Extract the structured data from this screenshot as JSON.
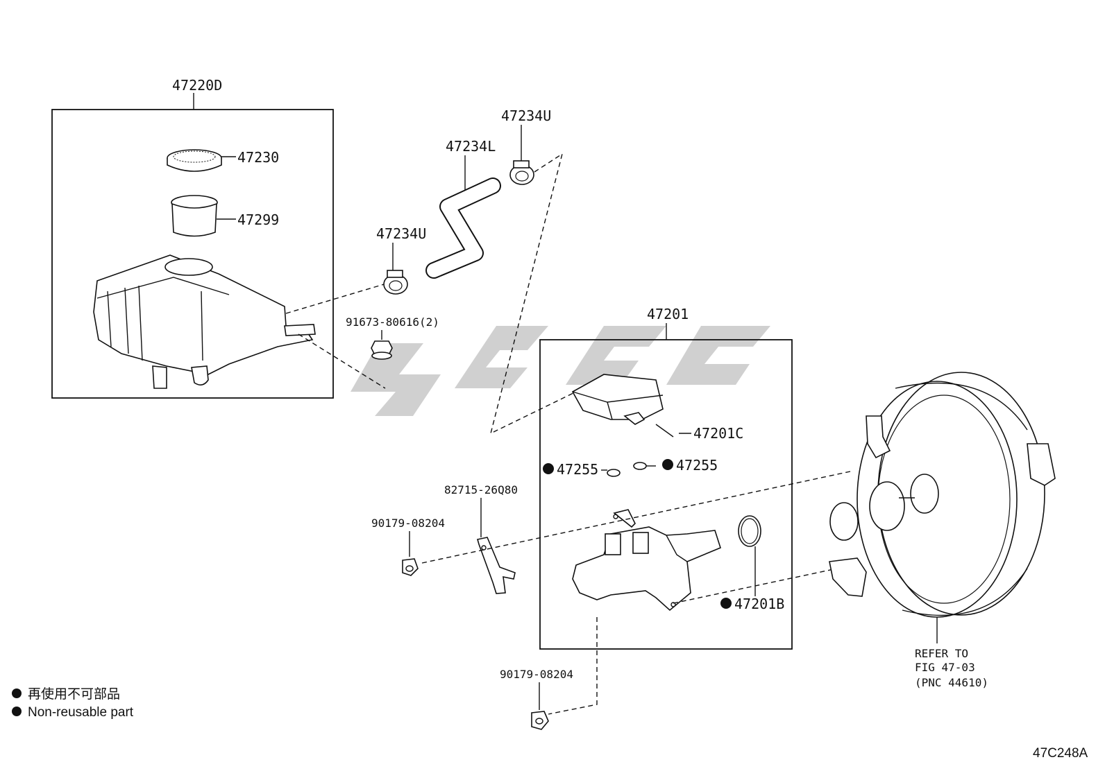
{
  "labels": {
    "reservoir_assy": "47220D",
    "cap": "47230",
    "strainer": "47299",
    "hose": "47234L",
    "clamp_upper": "47234U",
    "clamp_lower": "47234U",
    "nut_reservoir": "91673-80616(2)",
    "master_cyl_assy": "47201",
    "reservoir_sub": "47201C",
    "grommet_left": "47255",
    "grommet_right": "47255",
    "bracket": "82715-26Q80",
    "nut_left": "90179-08204",
    "nut_bottom": "90179-08204",
    "oring": "47201B"
  },
  "booster_note": {
    "line1": "REFER TO",
    "line2": "FIG 47-03",
    "line3": "(PNC 44610)"
  },
  "legend": {
    "non_reusable_jp": "再使用不可部品",
    "non_reusable_en": "Non-reusable part"
  },
  "figure_code": "47C248A"
}
